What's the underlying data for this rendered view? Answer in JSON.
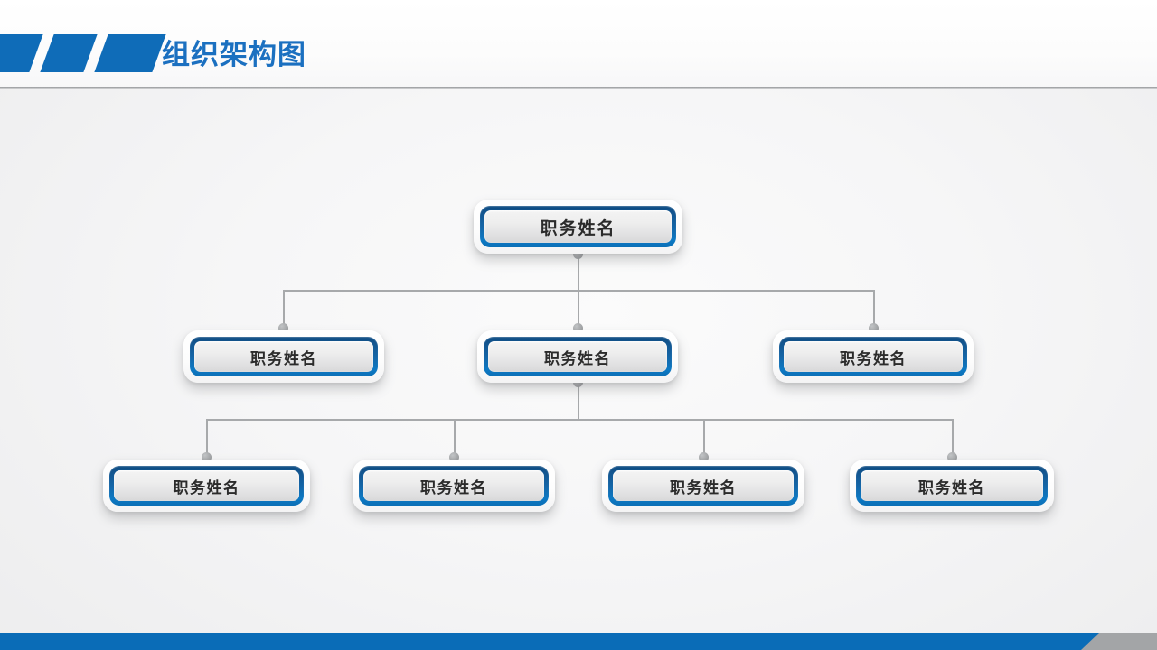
{
  "header": {
    "title": "组织架构图",
    "accent_color": "#1b70c0",
    "chevron_color": "#0f6cb8",
    "rule_color": "#a7a9ab"
  },
  "footer": {
    "blue_color": "#0a6cb7",
    "gray_color": "#a3a5a7"
  },
  "canvas": {
    "background_color": "#f2f2f3",
    "connector_color": "#a7a9ab",
    "node_border_color": "#13558f",
    "node_face_color": "#ebebec"
  },
  "org_chart": {
    "type": "tree",
    "levels": 3,
    "nodes": {
      "root": {
        "label": "职务姓名"
      },
      "level2": [
        {
          "label": "职务姓名"
        },
        {
          "label": "职务姓名"
        },
        {
          "label": "职务姓名"
        }
      ],
      "level3": [
        {
          "label": "职务姓名"
        },
        {
          "label": "职务姓名"
        },
        {
          "label": "职务姓名"
        },
        {
          "label": "职务姓名"
        }
      ]
    }
  }
}
